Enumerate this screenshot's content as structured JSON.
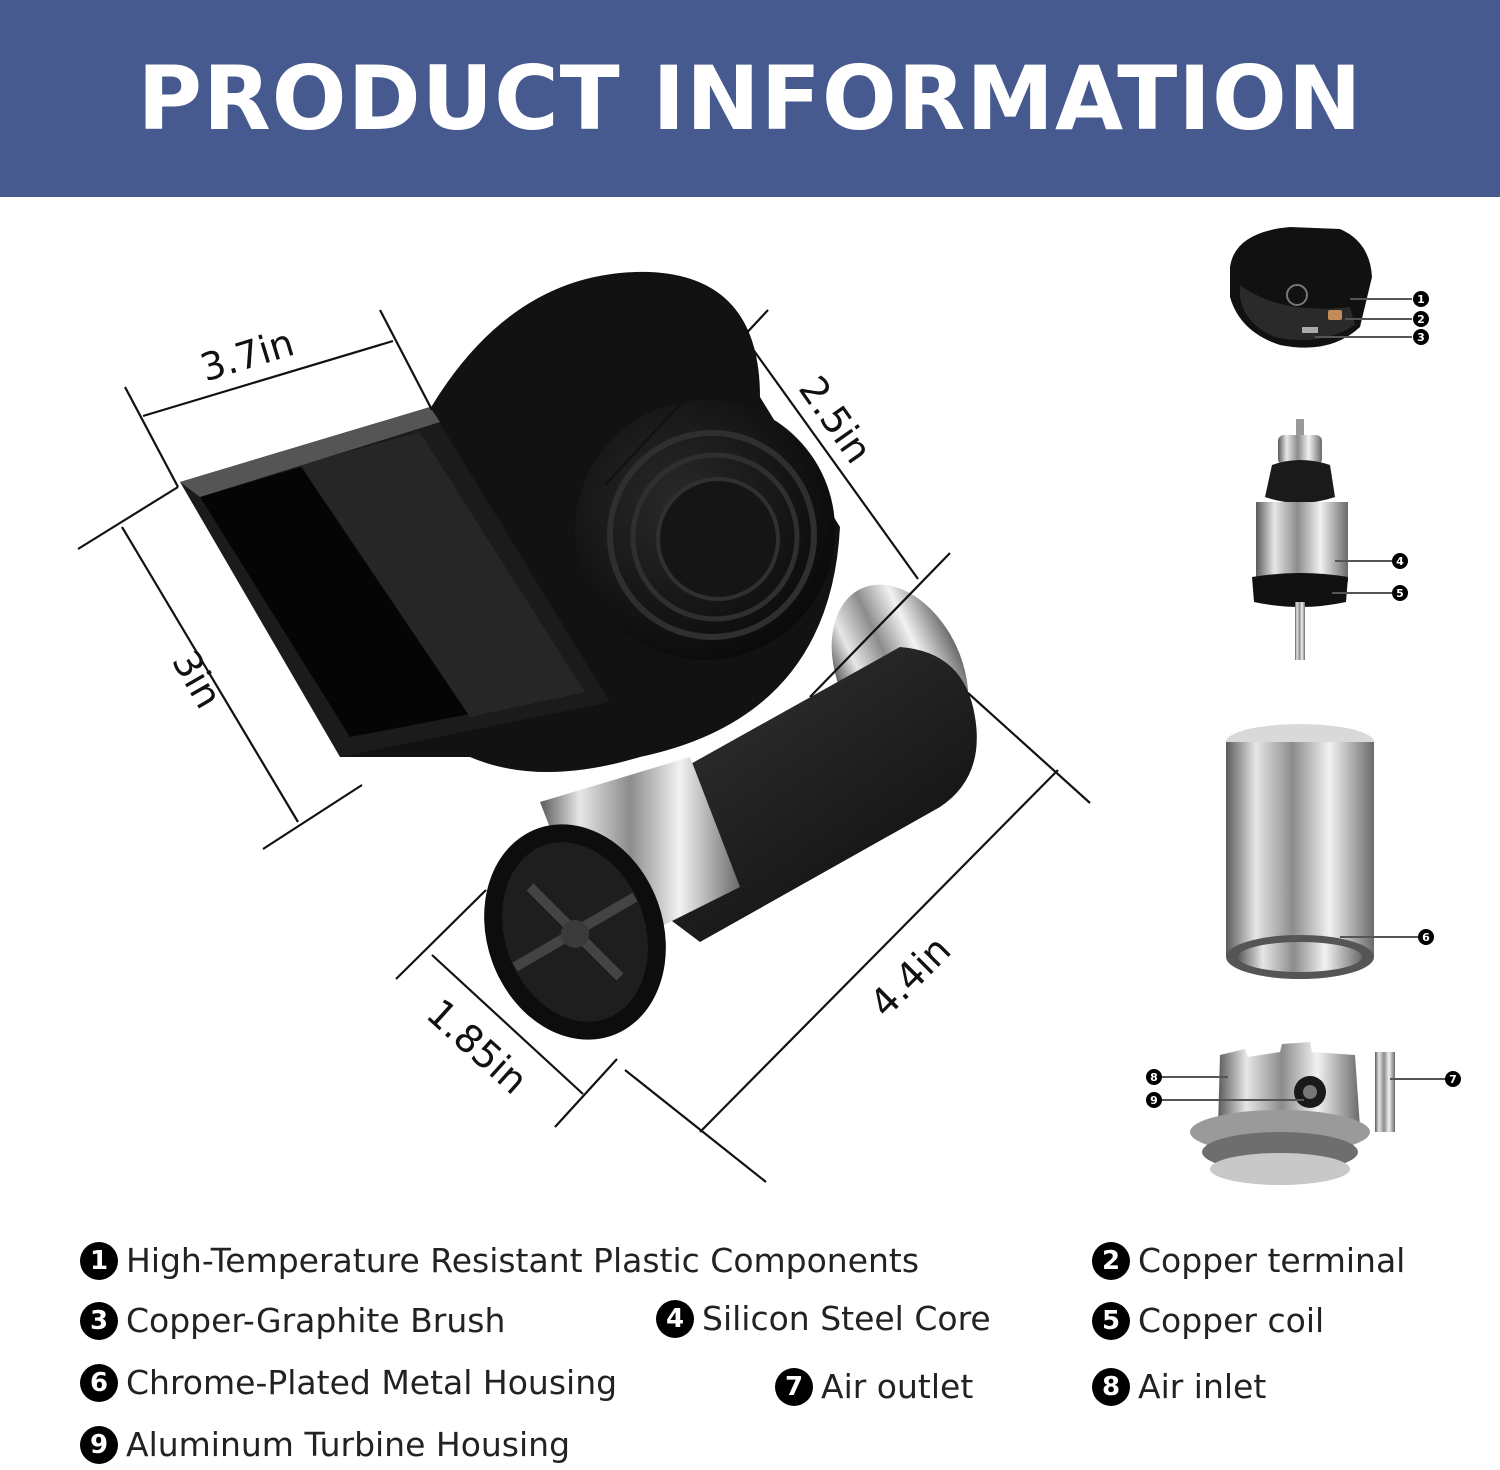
{
  "header": {
    "title": "PRODUCT INFORMATION",
    "bg_color": "#465a8f"
  },
  "dimensions": {
    "width": "3.7in",
    "height": "3in",
    "depth": "2.5in",
    "length": "4.4in",
    "outlet_diameter": "1.85in"
  },
  "callouts": [
    "1",
    "2",
    "3",
    "4",
    "5",
    "6",
    "7",
    "8",
    "9"
  ],
  "legend": [
    {
      "num": "1",
      "text": "High-Temperature Resistant Plastic Components"
    },
    {
      "num": "2",
      "text": "Copper terminal"
    },
    {
      "num": "3",
      "text": "Copper-Graphite Brush"
    },
    {
      "num": "4",
      "text": "Silicon Steel Core"
    },
    {
      "num": "5",
      "text": "Copper coil"
    },
    {
      "num": "6",
      "text": "Chrome-Plated Metal Housing"
    },
    {
      "num": "7",
      "text": "Air outlet"
    },
    {
      "num": "8",
      "text": "Air inlet"
    },
    {
      "num": "9",
      "text": "Aluminum Turbine Housing"
    }
  ]
}
